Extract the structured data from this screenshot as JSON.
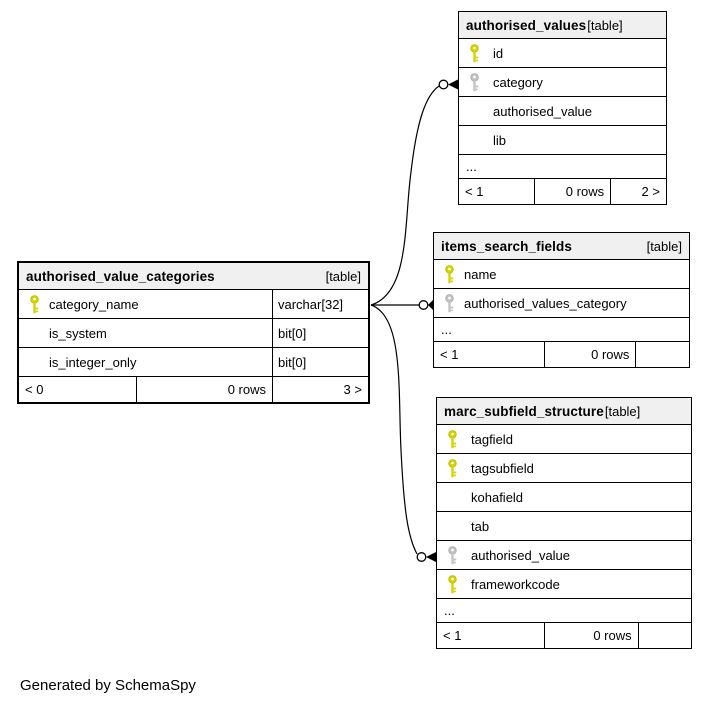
{
  "caption": "Generated by SchemaSpy",
  "colors": {
    "primary_key": "#d4d400",
    "foreign_key": "#c3c3c3",
    "header_bg": "#f0f0f0",
    "border": "#000000"
  },
  "relationships": [
    {
      "from": "authorised_value_categories.category_name",
      "to": "authorised_values.category"
    },
    {
      "from": "authorised_value_categories.category_name",
      "to": "items_search_fields.authorised_values_category"
    },
    {
      "from": "authorised_value_categories.category_name",
      "to": "marc_subfield_structure.authorised_value"
    }
  ],
  "tables": [
    {
      "name": "authorised_values",
      "type_label": "[table]",
      "columns": [
        {
          "name": "id",
          "key": "primary"
        },
        {
          "name": "category",
          "key": "foreign"
        },
        {
          "name": "authorised_value",
          "key": "none"
        },
        {
          "name": "lib",
          "key": "none"
        }
      ],
      "ellipsis": "...",
      "footer": {
        "left": "< 1",
        "center": "0 rows",
        "right": "2 >"
      }
    },
    {
      "name": "items_search_fields",
      "type_label": "[table]",
      "columns": [
        {
          "name": "name",
          "key": "primary"
        },
        {
          "name": "authorised_values_category",
          "key": "foreign"
        }
      ],
      "ellipsis": "...",
      "footer": {
        "left": "< 1",
        "center": "0 rows",
        "right": ""
      }
    },
    {
      "name": "authorised_value_categories",
      "type_label": "[table]",
      "columns": [
        {
          "name": "category_name",
          "key": "primary",
          "type": "varchar[32]"
        },
        {
          "name": "is_system",
          "key": "none",
          "type": "bit[0]"
        },
        {
          "name": "is_integer_only",
          "key": "none",
          "type": "bit[0]"
        }
      ],
      "footer": {
        "left": "< 0",
        "center": "0 rows",
        "right": "3 >"
      }
    },
    {
      "name": "marc_subfield_structure",
      "type_label": "[table]",
      "columns": [
        {
          "name": "tagfield",
          "key": "primary"
        },
        {
          "name": "tagsubfield",
          "key": "primary"
        },
        {
          "name": "kohafield",
          "key": "none"
        },
        {
          "name": "tab",
          "key": "none"
        },
        {
          "name": "authorised_value",
          "key": "foreign"
        },
        {
          "name": "frameworkcode",
          "key": "primary"
        }
      ],
      "ellipsis": "...",
      "footer": {
        "left": "< 1",
        "center": "0 rows",
        "right": ""
      }
    }
  ]
}
